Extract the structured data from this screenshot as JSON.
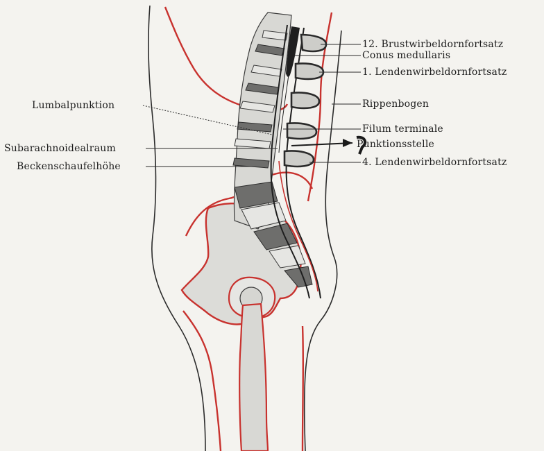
{
  "labels": {
    "brustwirbel": "12. Brustwirbeldornfortsatz",
    "conus": "Conus medullaris",
    "lendenwirbel1": "1. Lendenwirbeldornfortsatz",
    "rippenbogen": "Rippenbogen",
    "filum": "Filum terminale",
    "punktionsstelle": "Punktionsstelle",
    "lendenwirbel4": "4. Lendenwirbeldornfortsatz",
    "lumbalpunktion": "Lumbalpunktion",
    "subarachnoidal": "Subarachnoidealraum",
    "beckenschaufel": "Beckenschaufelhöhe"
  },
  "colors": {
    "red_outline": "#c8322e",
    "bone": "#d8d8d4",
    "vertebra_dark": "#6e6e6c",
    "background": "#f4f3ef"
  }
}
